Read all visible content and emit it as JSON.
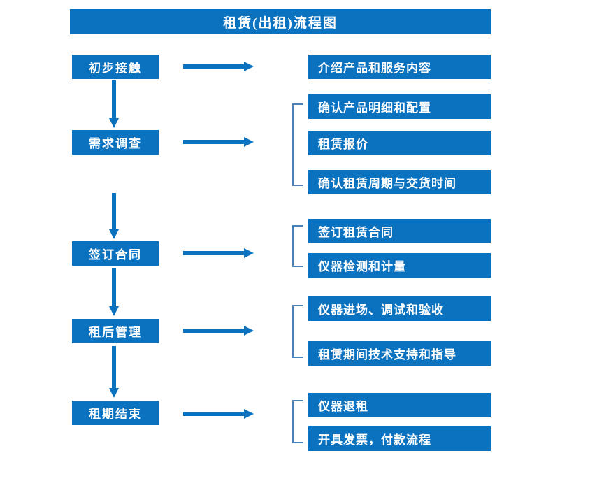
{
  "title": "租赁(出租)流程图",
  "colors": {
    "box_fill": "#0b72c0",
    "box_text": "#ffffff",
    "arrow": "#0b72c0",
    "bracket": "#4a81b8",
    "background": "#ffffff"
  },
  "stages": [
    {
      "label": "初步接触"
    },
    {
      "label": "需求调查"
    },
    {
      "label": "签订合同"
    },
    {
      "label": "租后管理"
    },
    {
      "label": "租期结束"
    }
  ],
  "details": [
    {
      "label": "介绍产品和服务内容"
    },
    {
      "label": "确认产品明细和配置"
    },
    {
      "label": "租赁报价"
    },
    {
      "label": "确认租赁周期与交货时间"
    },
    {
      "label": "签订租赁合同"
    },
    {
      "label": "仪器检测和计量"
    },
    {
      "label": "仪器进场、调试和验收"
    },
    {
      "label": "租赁期间技术支持和指导"
    },
    {
      "label": "仪器退租"
    },
    {
      "label": "开具发票，付款流程"
    }
  ],
  "groups": [
    {
      "stage": "初步接触",
      "details": [
        "介绍产品和服务内容"
      ],
      "bracket": false
    },
    {
      "stage": "需求调查",
      "details": [
        "确认产品明细和配置",
        "租赁报价",
        "确认租赁周期与交货时间"
      ],
      "bracket": true
    },
    {
      "stage": "签订合同",
      "details": [
        "签订租赁合同",
        "仪器检测和计量"
      ],
      "bracket": true
    },
    {
      "stage": "租后管理",
      "details": [
        "仪器进场、调试和验收",
        "租赁期间技术支持和指导"
      ],
      "bracket": true
    },
    {
      "stage": "租期结束",
      "details": [
        "仪器退租",
        "开具发票，付款流程"
      ],
      "bracket": true
    }
  ],
  "flow_arrows": {
    "horizontal_count": 5,
    "vertical_count": 4,
    "direction_horizontal": "stage-to-details",
    "direction_vertical": "stage-to-next-stage"
  }
}
